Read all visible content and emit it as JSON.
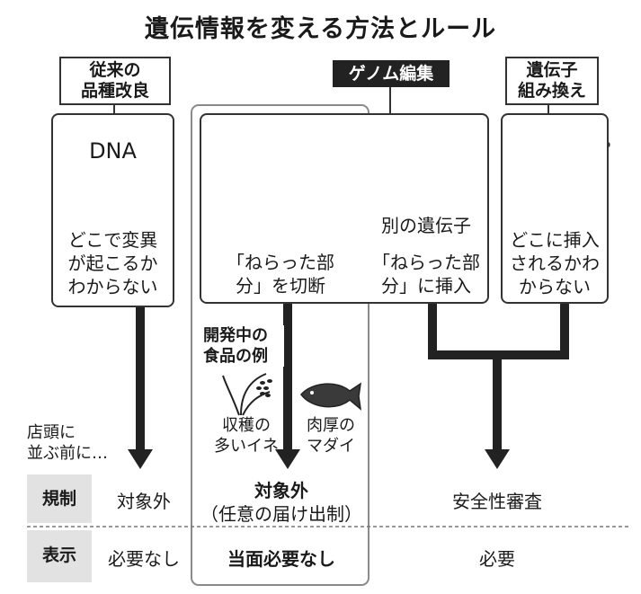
{
  "title": "遺伝情報を変える方法とルール",
  "categories": {
    "conventional": "従来の\n品種改良",
    "genome": "ゲノム編集",
    "transgenic": "遺伝子\n組み換え"
  },
  "boxes": {
    "conventional_dna": "DNA",
    "conventional_desc": "どこで変異\nが起こるか\nわからない",
    "cut_desc": "「ねらった部\n分」を切断",
    "insert_gene": "別の遺伝子",
    "insert_desc": "「ねらった部\n分」に挿入",
    "transgenic_desc": "どこに挿入\nされるかわ\nからない"
  },
  "examples": {
    "heading": "開発中の\n食品の例",
    "rice": "収穫の\n多いイネ",
    "fish": "肉厚の\nマダイ"
  },
  "before_store": "店頭に\n並ぶ前に…",
  "rows": {
    "regulation": {
      "label": "規制",
      "conventional": "対象外",
      "genome_cut_main": "対象外",
      "genome_cut_sub": "（任意の届け出制）",
      "others": "安全性審査"
    },
    "labeling": {
      "label": "表示",
      "conventional": "必要なし",
      "genome_cut": "当面必要なし",
      "others": "必要"
    }
  },
  "colors": {
    "line": "#222222",
    "band": "#e2e2e2",
    "highlight_border": "#8a8a8a"
  }
}
